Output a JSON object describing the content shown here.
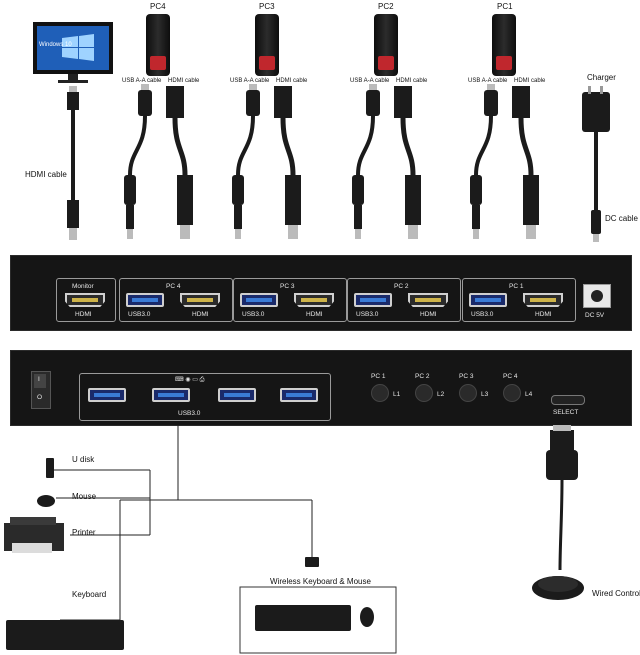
{
  "pcs": [
    {
      "key": "pc4",
      "label": "PC4"
    },
    {
      "key": "pc3",
      "label": "PC3"
    },
    {
      "key": "pc2",
      "label": "PC2"
    },
    {
      "key": "pc1",
      "label": "PC1"
    }
  ],
  "cable_labels": {
    "usb": "USB A-A cable",
    "hdmi": "HDMI cable",
    "monitor_hdmi": "HDMI cable",
    "charger": "Charger",
    "dc": "DC cable"
  },
  "monitor": {
    "screen_text": "Windows 10"
  },
  "rear_panel": {
    "monitor_label": "Monitor",
    "hdmi": "HDMI",
    "usb": "USB3.0",
    "groups": [
      "PC 4",
      "PC 3",
      "PC 2",
      "PC 1"
    ],
    "dc_label": "DC 5V"
  },
  "front_panel": {
    "power_on": "I",
    "power_off": "O",
    "usb_label": "USB3.0",
    "buttons": [
      "PC 1",
      "PC 2",
      "PC 3",
      "PC 4"
    ],
    "leds": [
      "L1",
      "L2",
      "L3",
      "L4"
    ],
    "select_label": "SELECT"
  },
  "peripherals": {
    "udisk": "U disk",
    "mouse": "Mouse",
    "printer": "Printer",
    "keyboard": "Keyboard",
    "wireless": "Wireless Keyboard & Mouse",
    "wired_control": "Wired Control"
  },
  "colors": {
    "panel": "#151515",
    "usb_blue": "#3a7bd5",
    "hdmi_gold": "#cdb34a",
    "pc_red": "#c0272d"
  }
}
